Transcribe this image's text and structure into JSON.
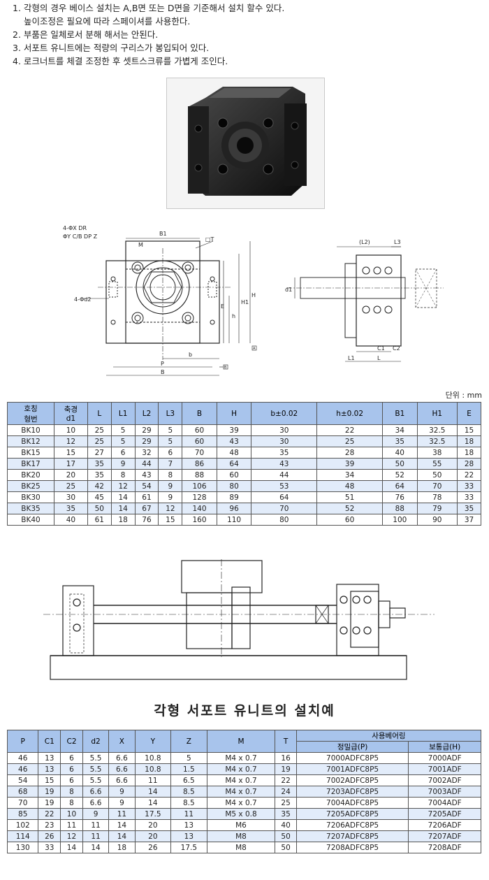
{
  "notes": [
    "1. 각형의 경우 베이스 설치는 A,B면 또는 D면을 기준해서 설치      할수 있다.",
    "높이조정은 필요에 따라 스페이셔를 사용한다.",
    "2. 부품은 일체로서 분해 해서는 안된다.",
    "3. 서포트 유니트에는 적량의 구리스가 봉입되어 있다.",
    "4. 로크너트를 체결 조정한 후 셋트스크류를 가볍게 조인다."
  ],
  "drawing_front": {
    "label_holes": "4-ΦX  DR",
    "label_counter": "ΦY  C/B  DP Z",
    "label_d2": "4-Φd2",
    "label_M": "M",
    "label_B1": "B1",
    "label_T": "□T",
    "label_E": "E",
    "label_h": "h",
    "label_H1": "H1",
    "label_H": "H",
    "label_b": "b",
    "label_P": "P",
    "label_B": "B",
    "ref_A": "A",
    "ref_B": "B"
  },
  "drawing_side": {
    "label_L2": "(L2)",
    "label_L3": "L3",
    "label_d1": "d1",
    "label_C1": "C1",
    "label_C2": "C2",
    "label_L1": "L1",
    "label_L": "L"
  },
  "unit": "단위 : mm",
  "table1": {
    "headers": [
      "호칭\n형번",
      "축경\nd1",
      "L",
      "L1",
      "L2",
      "L3",
      "B",
      "H",
      "b±0.02",
      "h±0.02",
      "B1",
      "H1",
      "E"
    ],
    "rows": [
      [
        "BK10",
        "10",
        "25",
        "5",
        "29",
        "5",
        "60",
        "39",
        "30",
        "22",
        "34",
        "32.5",
        "15"
      ],
      [
        "BK12",
        "12",
        "25",
        "5",
        "29",
        "5",
        "60",
        "43",
        "30",
        "25",
        "35",
        "32.5",
        "18"
      ],
      [
        "BK15",
        "15",
        "27",
        "6",
        "32",
        "6",
        "70",
        "48",
        "35",
        "28",
        "40",
        "38",
        "18"
      ],
      [
        "BK17",
        "17",
        "35",
        "9",
        "44",
        "7",
        "86",
        "64",
        "43",
        "39",
        "50",
        "55",
        "28"
      ],
      [
        "BK20",
        "20",
        "35",
        "8",
        "43",
        "8",
        "88",
        "60",
        "44",
        "34",
        "52",
        "50",
        "22"
      ],
      [
        "BK25",
        "25",
        "42",
        "12",
        "54",
        "9",
        "106",
        "80",
        "53",
        "48",
        "64",
        "70",
        "33"
      ],
      [
        "BK30",
        "30",
        "45",
        "14",
        "61",
        "9",
        "128",
        "89",
        "64",
        "51",
        "76",
        "78",
        "33"
      ],
      [
        "BK35",
        "35",
        "50",
        "14",
        "67",
        "12",
        "140",
        "96",
        "70",
        "52",
        "88",
        "79",
        "35"
      ],
      [
        "BK40",
        "40",
        "61",
        "18",
        "76",
        "15",
        "160",
        "110",
        "80",
        "60",
        "100",
        "90",
        "37"
      ]
    ]
  },
  "caption": "각형 서포트 유니트의 설치예",
  "table2": {
    "headers": [
      "P",
      "C1",
      "C2",
      "d2",
      "X",
      "Y",
      "Z",
      "M",
      "T"
    ],
    "bearing_group": "사용베어링",
    "bearing_sub": [
      "정밀급(P)",
      "보통급(H)"
    ],
    "rows": [
      [
        "46",
        "13",
        "6",
        "5.5",
        "6.6",
        "10.8",
        "5",
        "M4 x 0.7",
        "16",
        "7000ADFC8P5",
        "7000ADF"
      ],
      [
        "46",
        "13",
        "6",
        "5.5",
        "6.6",
        "10.8",
        "1.5",
        "M4 x 0.7",
        "19",
        "7001ADFC8P5",
        "7001ADF"
      ],
      [
        "54",
        "15",
        "6",
        "5.5",
        "6.6",
        "11",
        "6.5",
        "M4 x 0.7",
        "22",
        "7002ADFC8P5",
        "7002ADF"
      ],
      [
        "68",
        "19",
        "8",
        "6.6",
        "9",
        "14",
        "8.5",
        "M4 x 0.7",
        "24",
        "7203ADFC8P5",
        "7003ADF"
      ],
      [
        "70",
        "19",
        "8",
        "6.6",
        "9",
        "14",
        "8.5",
        "M4 x 0.7",
        "25",
        "7004ADFC8P5",
        "7004ADF"
      ],
      [
        "85",
        "22",
        "10",
        "9",
        "11",
        "17.5",
        "11",
        "M5 x 0.8",
        "35",
        "7205ADFC8P5",
        "7205ADF"
      ],
      [
        "102",
        "23",
        "11",
        "11",
        "14",
        "20",
        "13",
        "M6",
        "40",
        "7206ADFC8P5",
        "7206ADF"
      ],
      [
        "114",
        "26",
        "12",
        "11",
        "14",
        "20",
        "13",
        "M8",
        "50",
        "7207ADFC8P5",
        "7207ADF"
      ],
      [
        "130",
        "33",
        "14",
        "14",
        "18",
        "26",
        "17.5",
        "M8",
        "50",
        "7208ADFC8P5",
        "7208ADF"
      ]
    ]
  }
}
